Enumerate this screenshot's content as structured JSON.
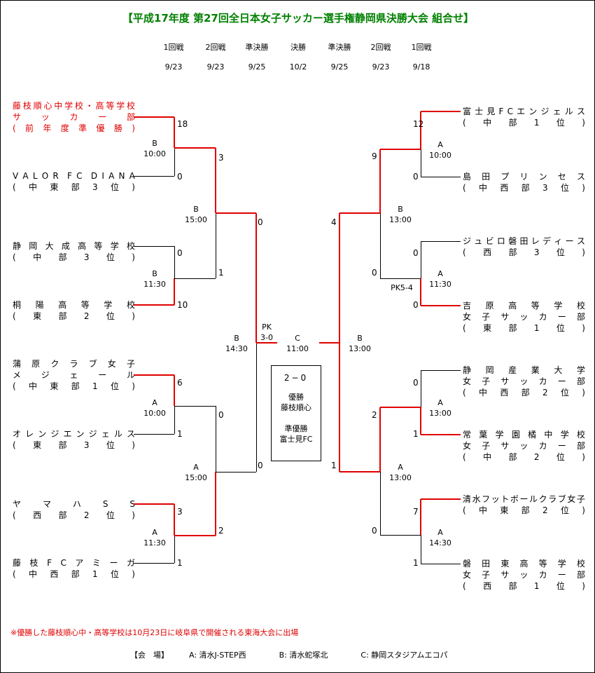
{
  "title": "【平成17年度 第27回全日本女子サッカー選手権静岡県決勝大会 組合せ】",
  "rounds": [
    {
      "name": "1回戦",
      "date": "9/23"
    },
    {
      "name": "2回戦",
      "date": "9/23"
    },
    {
      "name": "準決勝",
      "date": "9/25"
    },
    {
      "name": "決勝",
      "date": "10/2"
    },
    {
      "name": "準決勝",
      "date": "9/25"
    },
    {
      "name": "2回戦",
      "date": "9/23"
    },
    {
      "name": "1回戦",
      "date": "9/18"
    }
  ],
  "left_teams": [
    {
      "lines": [
        "藤枝順心中学校・高等学校",
        "サッカー部",
        "(前年度準優勝)"
      ],
      "red": true
    },
    {
      "lines": [
        "VALOR FC DIANA",
        "(中東部3位)"
      ]
    },
    {
      "lines": [
        "静岡大成高等学校",
        "(中部3位)"
      ]
    },
    {
      "lines": [
        "桐陽高等学校",
        "(東部2位)"
      ]
    },
    {
      "lines": [
        "蒲原クラブ女子",
        "メジェール",
        "(中東部1位)"
      ]
    },
    {
      "lines": [
        "オレンジエンジェルス",
        "(東部3位)"
      ]
    },
    {
      "lines": [
        "ヤマハSS",
        "(西部2位)"
      ]
    },
    {
      "lines": [
        "藤枝FCアミーガ",
        "(中西部1位)"
      ]
    }
  ],
  "right_teams": [
    {
      "lines": [
        "富士見FCエンジェルス",
        "(中部1位)"
      ]
    },
    {
      "lines": [
        "島田プリンセス",
        "(中西部3位)"
      ]
    },
    {
      "lines": [
        "ジュビロ磐田レディース",
        "(西部3位)"
      ]
    },
    {
      "lines": [
        "吉原高等学校",
        "女子サッカー部",
        "(東部1位)"
      ]
    },
    {
      "lines": [
        "静岡産業大学",
        "女子サッカー部",
        "(中西部2位)"
      ]
    },
    {
      "lines": [
        "常葉学園橘中学校",
        "女子サッカー部",
        "(中部2位)"
      ]
    },
    {
      "lines": [
        "清水フットボールクラブ女子",
        "(中東部2位)"
      ]
    },
    {
      "lines": [
        "磐田東高等学校",
        "女子サッカー部",
        "(西部1位)"
      ]
    }
  ],
  "scores": {
    "l1": [
      "18",
      "0",
      "0",
      "10",
      "6",
      "1",
      "3",
      "1"
    ],
    "l2": [
      "3",
      "1",
      "0",
      "2"
    ],
    "l3": [
      "0",
      "0"
    ],
    "r1": [
      "12",
      "0",
      "0",
      "0",
      "0",
      "1",
      "7",
      "1"
    ],
    "r2": [
      "9",
      "0",
      "2",
      "0"
    ],
    "r3": [
      "4",
      "1"
    ]
  },
  "matches": {
    "l1": [
      [
        "B",
        "10:00"
      ],
      [
        "B",
        "11:30"
      ],
      [
        "A",
        "10:00"
      ],
      [
        "A",
        "11:30"
      ]
    ],
    "l2": [
      [
        "B",
        "15:00"
      ],
      [
        "A",
        "15:00"
      ]
    ],
    "l3": [
      [
        "B",
        "14:30"
      ]
    ],
    "r1": [
      [
        "A",
        "10:00"
      ],
      [
        "A",
        "11:30"
      ],
      [
        "A",
        "13:00"
      ],
      [
        "A",
        "14:30"
      ]
    ],
    "r2": [
      [
        "B",
        "13:00"
      ],
      [
        "A",
        "13:00"
      ]
    ],
    "r3": [
      [
        "B",
        "13:00"
      ]
    ],
    "final": [
      "C",
      "11:00"
    ]
  },
  "pk": {
    "final_pk_label": "PK",
    "final_pk_score": "3-0",
    "r_pk": "PK5-4"
  },
  "result": {
    "score": "2−0",
    "winner_label": "優勝",
    "winner": "藤枝順心",
    "runner_label": "準優勝",
    "runner": "富士見FC"
  },
  "note": "※優勝した藤枝順心中・高等学校は10月23日に岐阜県で開催される東海大会に出場",
  "venue": {
    "label": "【会　場】",
    "a": "A: 清水J-STEP西",
    "b": "B: 清水蛇塚北",
    "c": "C: 静岡スタジアムエコパ"
  }
}
